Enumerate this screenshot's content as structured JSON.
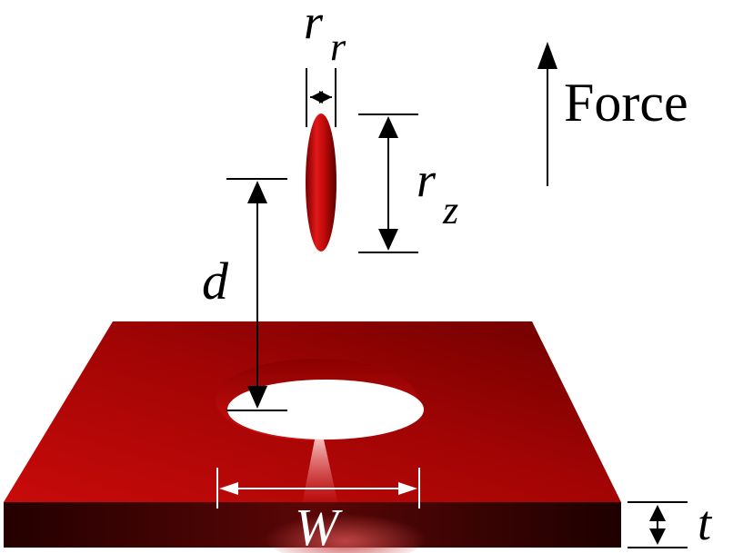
{
  "labels": {
    "r_main": "r",
    "r_sub": "r",
    "rz_main": "r",
    "rz_sub": "z",
    "force": "Force",
    "d": "d",
    "w": "W",
    "t": "t"
  },
  "colors": {
    "plate_top": "#b80808",
    "plate_top_dark": "#7a0000",
    "plate_side": "#3a0000",
    "ellipsoid": "#cc0a0a",
    "arrow": "#000000",
    "w_arrow": "#ffffff"
  }
}
